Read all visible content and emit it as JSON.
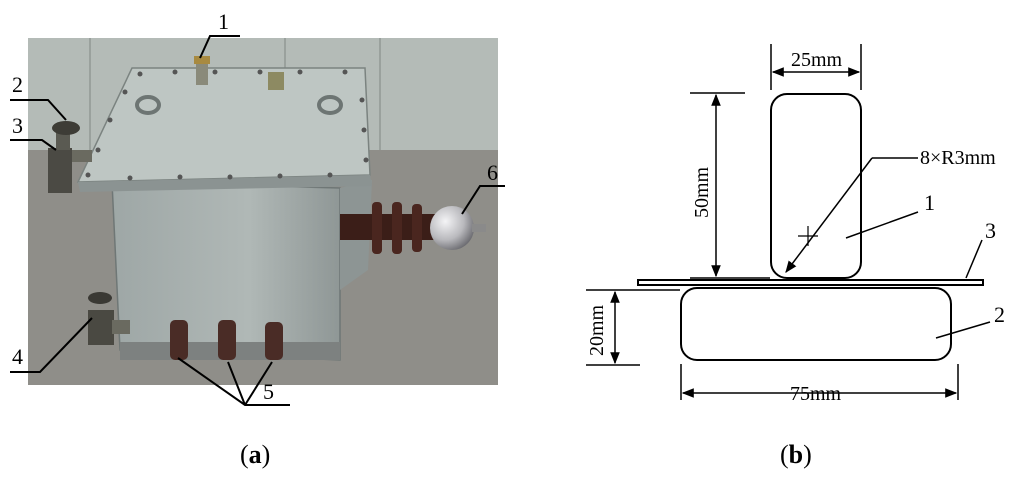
{
  "panel_a": {
    "callouts": [
      "1",
      "2",
      "3",
      "4",
      "5",
      "6"
    ],
    "caption_open": "(",
    "caption_letter": "a",
    "caption_close": ")"
  },
  "panel_b": {
    "dim_width_top": "25mm",
    "dim_height_top": "50mm",
    "dim_radius": "8×R3mm",
    "dim_height_bottom": "20mm",
    "dim_width_bottom": "75mm",
    "callouts": [
      "1",
      "2",
      "3"
    ],
    "caption_open": "(",
    "caption_letter": "b",
    "caption_close": ")"
  },
  "colors": {
    "floor": "#8e8d88",
    "wall": "#b5bdb8",
    "tank_body": "#a9b2b0",
    "tank_lid": "#bcc4c1",
    "bushing": "#3b1e18",
    "sphere": "#c9c9cc"
  }
}
